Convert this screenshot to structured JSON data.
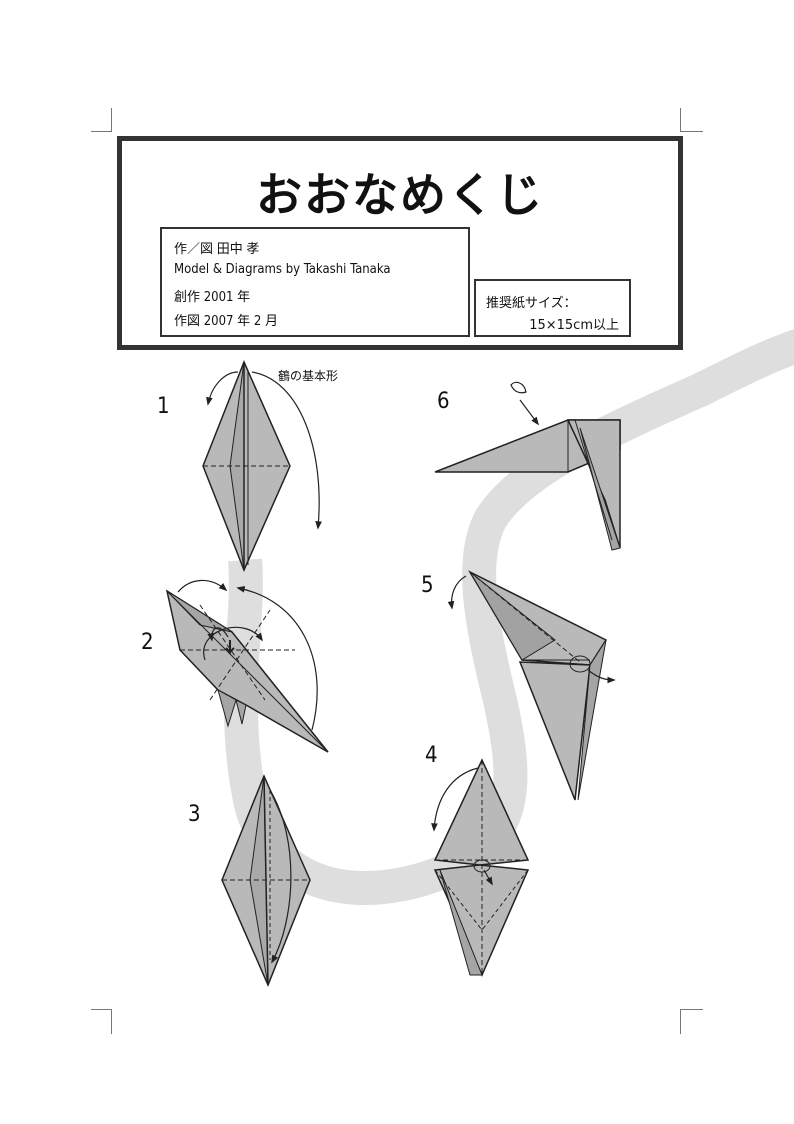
{
  "document": {
    "title": "おおなめくじ",
    "credits": {
      "author": "作／図 田中 孝",
      "english": "Model & Diagrams by Takashi Tanaka",
      "created": "創作 2001 年",
      "diagrammed": "作図 2007 年 2 月"
    },
    "paper": {
      "label": "推奨紙サイズ：",
      "size": "15×15cm以上"
    },
    "base_label": "鶴の基本形",
    "steps": [
      "1",
      "2",
      "3",
      "4",
      "5",
      "6"
    ],
    "colors": {
      "paper_fill": "#b9b9b9",
      "paper_shade": "#a2a2a2",
      "path_band": "#dedede",
      "line": "#222222",
      "frame": "#333333"
    }
  }
}
